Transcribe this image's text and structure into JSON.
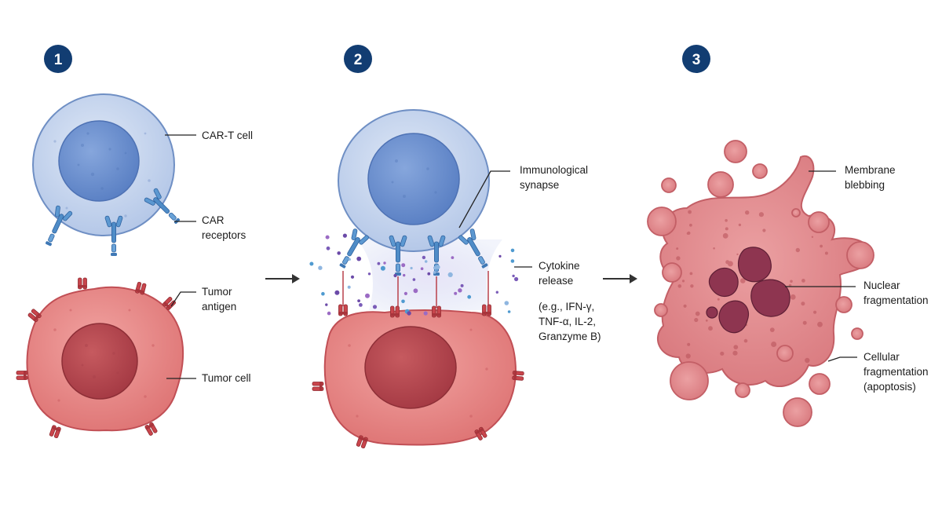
{
  "steps": [
    {
      "number": "1"
    },
    {
      "number": "2"
    },
    {
      "number": "3"
    }
  ],
  "labels": {
    "cart_cell": "CAR-T cell",
    "car_receptors": [
      "CAR",
      "receptors"
    ],
    "tumor_antigen": [
      "Tumor",
      "antigen"
    ],
    "tumor_cell": "Tumor cell",
    "immunological_synapse": [
      "Immunological",
      "synapse"
    ],
    "cytokine_release": [
      "Cytokine",
      "release"
    ],
    "cytokine_examples": [
      "(e.g., IFN-γ,",
      "TNF-α, IL-2,",
      "Granzyme B)"
    ],
    "membrane_blebbing": [
      "Membrane",
      "blebbing"
    ],
    "nuclear_fragmentation": [
      "Nuclear",
      "fragmentation"
    ],
    "cellular_fragmentation": [
      "Cellular",
      "fragmentation",
      "(apoptosis)"
    ]
  },
  "colors": {
    "step_badge": "#123d72",
    "tcell_fill": "#c6d5ee",
    "tcell_nucleus": "#6a90cf",
    "receptor": "#4f8cc7",
    "tumor_fill": "#e57f80",
    "tumor_nucleus": "#b8474e",
    "antigen": "#c9454c",
    "apoptotic_fill": "#df8a8e",
    "nuclear_fragment": "#8e3550",
    "arrow": "#333333"
  }
}
